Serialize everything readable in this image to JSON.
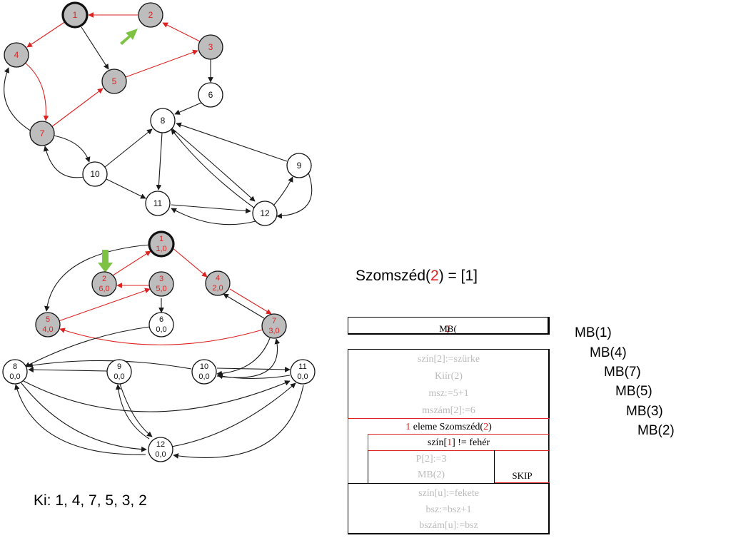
{
  "top_graph": {
    "nodes": [
      {
        "id": "1",
        "color": "gray",
        "current": true,
        "label_color": "red"
      },
      {
        "id": "2",
        "color": "gray",
        "label_color": "red"
      },
      {
        "id": "3",
        "color": "gray",
        "label_color": "red"
      },
      {
        "id": "4",
        "color": "gray",
        "label_color": "red"
      },
      {
        "id": "5",
        "color": "gray",
        "label_color": "red"
      },
      {
        "id": "6",
        "color": "white"
      },
      {
        "id": "7",
        "color": "gray",
        "label_color": "red"
      },
      {
        "id": "8",
        "color": "white"
      },
      {
        "id": "9",
        "color": "white"
      },
      {
        "id": "10",
        "color": "white"
      },
      {
        "id": "11",
        "color": "white"
      },
      {
        "id": "12",
        "color": "white"
      }
    ],
    "edges": [
      {
        "from": "2",
        "to": "1",
        "color": "red"
      },
      {
        "from": "1",
        "to": "4",
        "color": "red"
      },
      {
        "from": "1",
        "to": "5",
        "color": "black"
      },
      {
        "from": "3",
        "to": "2",
        "color": "red"
      },
      {
        "from": "5",
        "to": "3",
        "color": "red"
      },
      {
        "from": "3",
        "to": "6",
        "color": "black"
      },
      {
        "from": "4",
        "to": "7",
        "color": "red"
      },
      {
        "from": "7",
        "to": "4",
        "color": "black"
      },
      {
        "from": "7",
        "to": "5",
        "color": "red"
      },
      {
        "from": "6",
        "to": "8",
        "color": "black"
      },
      {
        "from": "7",
        "to": "10",
        "color": "black"
      },
      {
        "from": "10",
        "to": "7",
        "color": "black"
      },
      {
        "from": "10",
        "to": "8",
        "color": "black"
      },
      {
        "from": "10",
        "to": "11",
        "color": "black"
      },
      {
        "from": "8",
        "to": "11",
        "color": "black"
      },
      {
        "from": "8",
        "to": "12",
        "color": "black"
      },
      {
        "from": "12",
        "to": "8",
        "color": "black"
      },
      {
        "from": "9",
        "to": "8",
        "color": "black"
      },
      {
        "from": "12",
        "to": "9",
        "color": "black"
      },
      {
        "from": "9",
        "to": "12",
        "color": "black"
      },
      {
        "from": "11",
        "to": "12",
        "color": "black"
      },
      {
        "from": "12",
        "to": "11",
        "color": "black"
      }
    ]
  },
  "bottom_graph": {
    "nodes": [
      {
        "id": "1",
        "values": "1,0",
        "color": "gray",
        "current": true,
        "label_color": "red"
      },
      {
        "id": "2",
        "values": "6,0",
        "color": "gray",
        "label_color": "red"
      },
      {
        "id": "3",
        "values": "5,0",
        "color": "gray",
        "label_color": "red"
      },
      {
        "id": "4",
        "values": "2,0",
        "color": "gray",
        "label_color": "red"
      },
      {
        "id": "5",
        "values": "4,0",
        "color": "gray",
        "label_color": "red"
      },
      {
        "id": "6",
        "values": "0,0",
        "color": "white"
      },
      {
        "id": "7",
        "values": "3,0",
        "color": "gray",
        "label_color": "red"
      },
      {
        "id": "8",
        "values": "0,0",
        "color": "white"
      },
      {
        "id": "9",
        "values": "0,0",
        "color": "white"
      },
      {
        "id": "10",
        "values": "0,0",
        "color": "white"
      },
      {
        "id": "11",
        "values": "0,0",
        "color": "white"
      },
      {
        "id": "12",
        "values": "0,0",
        "color": "white"
      }
    ]
  },
  "arrow_color": "#7dc242",
  "accent_red": "#dd2222",
  "szomszed": {
    "prefix": "Szomszéd(",
    "arg": "2",
    "suffix": ") = [1]"
  },
  "ki_output": "Ki: 1, 4, 7, 5, 3, 2",
  "call_stack": [
    "MB(1)",
    "MB(4)",
    "MB(7)",
    "MB(5)",
    "MB(3)",
    "MB(2)"
  ],
  "pseudocode": {
    "header_prefix": "MB(",
    "header_arg": "2",
    "header_suffix": ")",
    "lines_before": [
      "szín[2]:=szürke",
      "Kiír(2)",
      "msz:=5+1",
      "mszám[2]:=6"
    ],
    "loop_num": "1",
    "loop_text": " eleme Szomszéd(",
    "loop_arg": "2",
    "loop_end": ")",
    "cond_prefix": "szín[",
    "cond_arg": "1",
    "cond_suffix": "] != fehér",
    "then_lines": [
      "P[2]:=3",
      "MB(2)"
    ],
    "else_label": "SKIP",
    "lines_after": [
      "szín[u]:=fekete",
      "bsz:=bsz+1",
      "bszám[u]:=bsz"
    ]
  }
}
